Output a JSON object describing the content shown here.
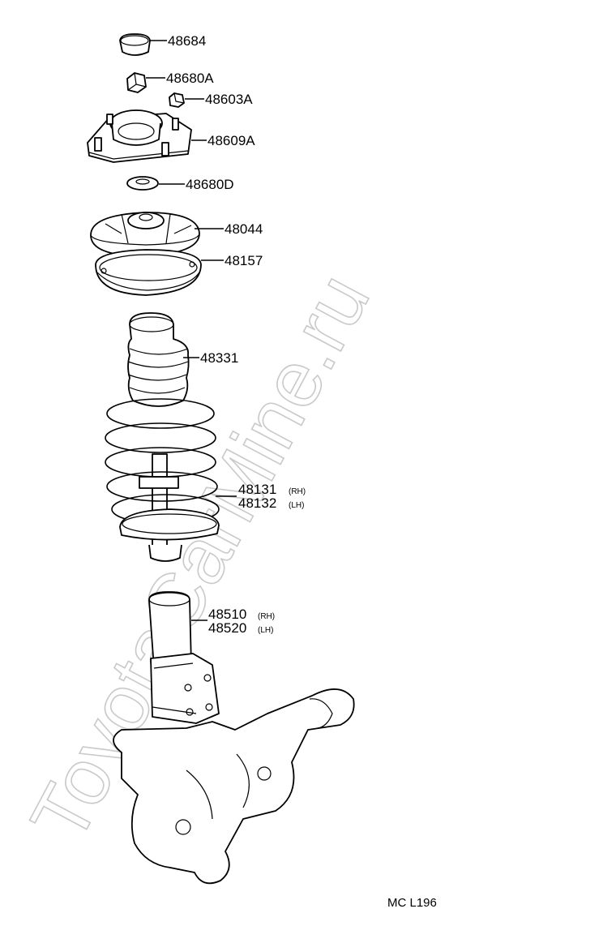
{
  "watermark": "ToyotaCarMine.ru",
  "diagram_code": "MC L196",
  "parts": [
    {
      "number": "48684",
      "side": ""
    },
    {
      "number": "48680A",
      "side": ""
    },
    {
      "number": "48603A",
      "side": ""
    },
    {
      "number": "48609A",
      "side": ""
    },
    {
      "number": "48680D",
      "side": ""
    },
    {
      "number": "48044",
      "side": ""
    },
    {
      "number": "48157",
      "side": ""
    },
    {
      "number": "48331",
      "side": ""
    },
    {
      "number": "48131",
      "side": "(RH)"
    },
    {
      "number": "48132",
      "side": "(LH)"
    },
    {
      "number": "48510",
      "side": "(RH)"
    },
    {
      "number": "48520",
      "side": "(LH)"
    }
  ]
}
